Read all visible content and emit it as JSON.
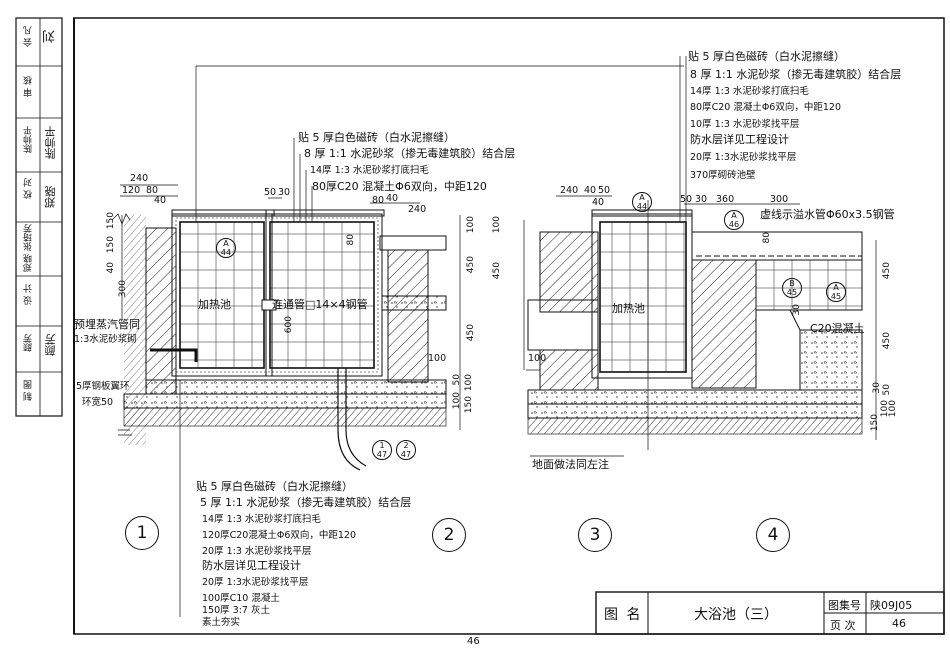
{
  "title_block": {
    "drawing_name_label": "图  名",
    "drawing_name": "大浴池（三）",
    "atlas_no_label": "图集号",
    "atlas_no": "陕09J05",
    "page_label": "页  次",
    "page": "46"
  },
  "page_number": "46",
  "side_strip": {
    "roles": [
      "会 凡",
      "审 核",
      "陈帅平",
      "校 对",
      "郑晓 张琦芳",
      "设 计",
      "颜芳",
      "制 图"
    ],
    "signatures": [
      "刘",
      "陈帅平",
      "郑晓",
      "颜芳"
    ]
  },
  "detail_numbers": [
    "1",
    "2",
    "3",
    "4"
  ],
  "section_1_labels": {
    "pool": "加热池",
    "pipe": "连通管□14×4钢管",
    "steam": "预埋蒸汽管同",
    "mortar_side": "1:3水泥砂浆砌",
    "plate": "5厚钢板翼环",
    "ring": "环宽50"
  },
  "section_1_callouts_top": [
    "贴 5 厚白色磁砖（白水泥擦缝）",
    "8 厚 1:1 水泥砂浆（掺无毒建筑胶）结合层",
    "14厚 1:3 水泥砂浆打底扫毛",
    "80厚C20 混凝土Φ6双向，中距120"
  ],
  "section_1_callouts_bottom": [
    "贴 5 厚白色磁砖（白水泥擦缝）",
    "5 厚 1:1 水泥砂浆（掺无毒建筑胶）结合层",
    "14厚 1:3 水泥砂浆打底扫毛",
    "120厚C20混凝土Φ6双向，中距120",
    "20厚 1:3 水泥砂浆找平层",
    "防水层详见工程设计",
    "20厚 1:3水泥砂浆找平层",
    "100厚C10 混凝土",
    "150厚 3:7 灰土",
    "素土夯实"
  ],
  "section_3_labels": {
    "pool": "加热池",
    "floor_note": "地面做法同左注",
    "overflow": "虚线示溢水管Φ60x3.5钢管",
    "concrete": "C20混凝土"
  },
  "section_3_callouts_top": [
    "贴 5 厚白色磁砖（白水泥擦缝）",
    "8 厚 1:1 水泥砂浆（掺无毒建筑胶）结合层",
    "14厚 1:3 水泥砂浆打底扫毛",
    "80厚C20 混凝土Φ6双向，中距120",
    "10厚 1:3 水泥砂浆找平层",
    "防水层详见工程设计",
    "20厚 1:3水泥砂浆找平层",
    "370厚砌砖池壁"
  ],
  "dims_1": {
    "top_a": "240",
    "top_b": "120",
    "top_c": "80",
    "top_d": "40",
    "mid_a": "50",
    "mid_b": "30",
    "mid_c": "80",
    "mid_d": "40",
    "mid_e": "240",
    "left_a": "150",
    "left_b": "150",
    "left_c": "40",
    "left_d": "300",
    "right_a": "100",
    "right_b": "450",
    "right_c": "450",
    "pool_h": "600",
    "small": "80",
    "low_a": "100",
    "low_b": "50",
    "low_c": "100",
    "low_d": "150",
    "low_e": "100"
  },
  "dims_3": {
    "top_a": "240",
    "top_b": "40",
    "top_c": "50",
    "top_d": "40",
    "mid_a": "50",
    "mid_b": "30",
    "mid_c": "360",
    "mid_d": "300",
    "left_a": "100",
    "left_b": "450",
    "left_c": "100",
    "right_a": "450",
    "right_b": "450",
    "right_c": "30",
    "right_d": "50",
    "right_e": "150",
    "right_f": "100",
    "right_g": "100",
    "small_a": "80",
    "small_b": "30"
  },
  "refs": {
    "a_44_1": {
      "top": "A",
      "bottom": "44"
    },
    "ref_47_1": {
      "top": "1",
      "bottom": "47"
    },
    "ref_47_2": {
      "top": "2",
      "bottom": "47"
    },
    "a_44_3": {
      "top": "A",
      "bottom": "44"
    },
    "a_46": {
      "top": "A",
      "bottom": "46"
    },
    "b_45": {
      "top": "B",
      "bottom": "45"
    },
    "a_45": {
      "top": "A",
      "bottom": "45"
    }
  }
}
